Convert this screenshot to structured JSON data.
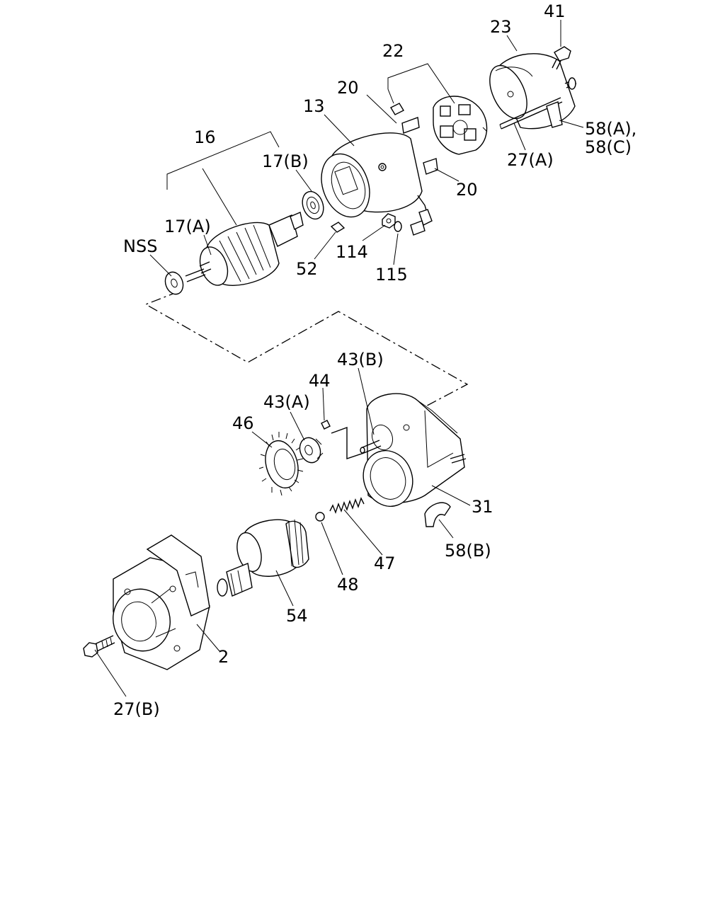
{
  "labels": {
    "p41": "41",
    "p23": "23",
    "p22": "22",
    "p20a": "20",
    "p13": "13",
    "p16": "16",
    "p17b": "17(B)",
    "p17a": "17(A)",
    "pnss": "NSS",
    "p58ac_1": "58(A),",
    "p58ac_2": "58(C)",
    "p27a": "27(A)",
    "p20b": "20",
    "p114": "114",
    "p52": "52",
    "p115": "115",
    "p43b": "43(B)",
    "p44": "44",
    "p43a": "43(A)",
    "p46": "46",
    "p31": "31",
    "p47": "47",
    "p58b": "58(B)",
    "p48": "48",
    "p54": "54",
    "p2": "2",
    "p27b": "27(B)"
  }
}
